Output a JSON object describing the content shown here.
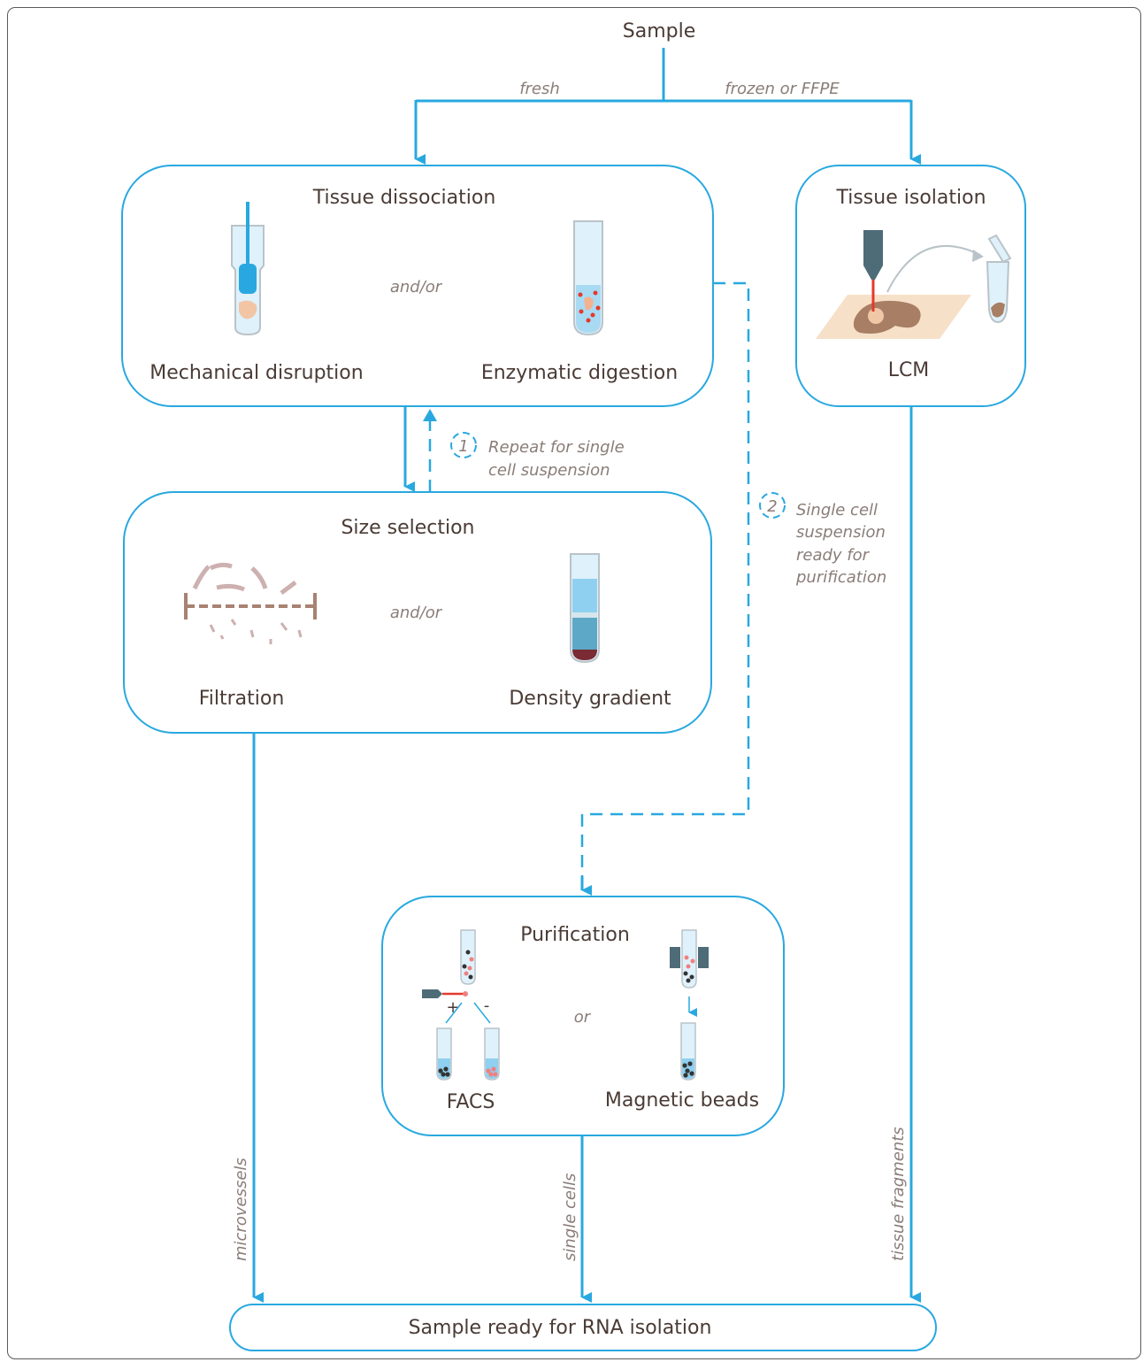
{
  "top": {
    "sample": "Sample",
    "fresh": "fresh",
    "frozen": "frozen or FFPE"
  },
  "dissociation": {
    "title": "Tissue dissociation",
    "left": "Mechanical disruption",
    "or": "and/or",
    "right": "Enzymatic digestion"
  },
  "isolation": {
    "title": "Tissue isolation",
    "method": "LCM"
  },
  "size": {
    "title": "Size selection",
    "left": "Filtration",
    "or": "and/or",
    "right": "Density gradient"
  },
  "purification": {
    "title": "Purification",
    "left": "FACS",
    "or": "or",
    "right": "Magnetic beads",
    "plus": "+",
    "minus": "-"
  },
  "notes": {
    "n1": "1",
    "n1_line1": "Repeat for single",
    "n1_line2": "cell suspension",
    "n2": "2",
    "n2_line1": "Single cell",
    "n2_line2": "suspension",
    "n2_line3": "ready for",
    "n2_line4": "purification"
  },
  "paths": {
    "microvessels": "microvessels",
    "single_cells": "single cells",
    "tissue_fragments": "tissue fragments"
  },
  "result": "Sample ready for RNA isolation",
  "colors": {
    "flow": "#29a8e0",
    "text": "#4a3b35",
    "note": "#8a7d78"
  }
}
